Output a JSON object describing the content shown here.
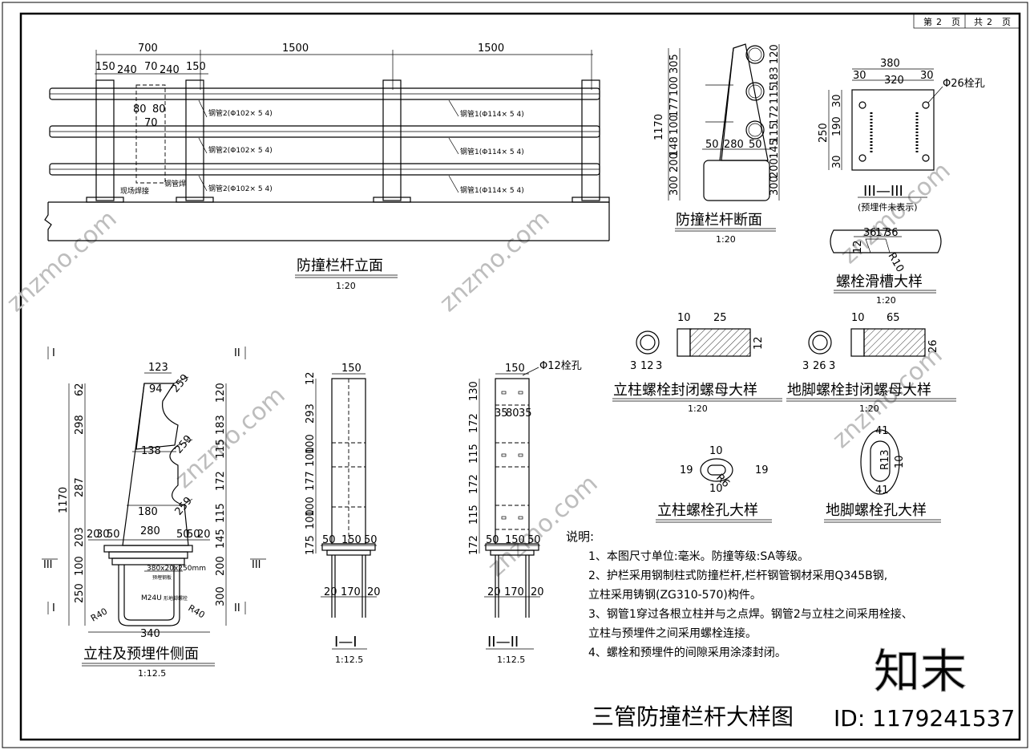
{
  "page_info": {
    "page_label": "第",
    "page_no": "2",
    "page_unit": "页",
    "total_label": "共",
    "total_no": "2",
    "total_unit": "页"
  },
  "main_title": "三管防撞栏杆大样图",
  "elevation": {
    "title": "防撞栏杆立面",
    "scale": "1:20",
    "dims": [
      "700",
      "1500",
      "1500",
      "150",
      "240",
      "70",
      "240",
      "150",
      "80",
      "80",
      "70"
    ],
    "pipe2": "钢管2(Φ102× 5 4)",
    "pipe1": "钢管1(Φ114× 5 4)",
    "note_a": "钢管2(Φ102× 5 4)",
    "weld_a": "现场焊接",
    "weld_b": "钢管焊"
  },
  "section": {
    "title": "防撞栏杆断面",
    "scale": "1:20",
    "dims_left": [
      "1170",
      "305",
      "100",
      "177",
      "100",
      "148",
      "200",
      "300"
    ],
    "dims_right": [
      "120",
      "183",
      "115",
      "172",
      "115",
      "145",
      "200",
      "300"
    ],
    "dims_bottom": [
      "50",
      "280",
      "50"
    ]
  },
  "plate": {
    "title": "III—III",
    "subtitle": "(预埋件未表示)",
    "dims": [
      "380",
      "30",
      "320",
      "30",
      "250",
      "30",
      "190",
      "30"
    ],
    "hole": "Φ26栓孔"
  },
  "slot": {
    "title": "螺栓滑槽大样",
    "scale": "1:20",
    "dims": [
      "36",
      "17",
      "36",
      "12",
      "R10"
    ]
  },
  "nut1": {
    "title": "立柱螺栓封闭螺母大样",
    "scale": "1:20",
    "dims": [
      "10",
      "25",
      "12",
      "3",
      "12",
      "3"
    ]
  },
  "nut2": {
    "title": "地脚螺栓封闭螺母大样",
    "scale": "1:20",
    "dims": [
      "10",
      "65",
      "26",
      "3",
      "26",
      "3"
    ]
  },
  "hole1": {
    "title": "立柱螺栓孔大样",
    "dims": [
      "10",
      "10",
      "19",
      "19",
      "R6"
    ]
  },
  "hole2": {
    "title": "地脚螺栓孔大样",
    "dims": [
      "41",
      "41",
      "R13",
      "10"
    ]
  },
  "side": {
    "title": "立柱及预埋件侧面",
    "scale": "1:12.5",
    "dims_left": [
      "62",
      "298",
      "1170",
      "287",
      "203",
      "100",
      "250"
    ],
    "dims_right": [
      "120",
      "183",
      "115",
      "172",
      "115",
      "145",
      "200",
      "300"
    ],
    "dims_top": [
      "123",
      "94",
      "138",
      "180"
    ],
    "slope": [
      "259",
      "259",
      "259"
    ],
    "base": [
      "20",
      "30",
      "50",
      "280",
      "50",
      "50",
      "20"
    ],
    "bottom": "340",
    "r_left": "R40",
    "r_right": "R40",
    "plate_note": "380x20x250mm",
    "plate_sub": "预埋钢板",
    "bolt_note": "M24U",
    "bolt_sub": "形地脚螺栓",
    "cut_marks": [
      "I",
      "II",
      "III",
      "III",
      "I",
      "II"
    ]
  },
  "sec1": {
    "title": "I—I",
    "scale": "1:12.5",
    "dims_top": [
      "150"
    ],
    "dims_left": [
      "12",
      "293",
      "100",
      "100",
      "177",
      "100",
      "100",
      "175"
    ],
    "dims_bottom": [
      "50",
      "150",
      "50",
      "20",
      "170",
      "20"
    ]
  },
  "sec2": {
    "title": "II—II",
    "scale": "1:12.5",
    "hole": "Φ12栓孔",
    "dims_top": [
      "150"
    ],
    "dims_mid": [
      "35",
      "80",
      "35"
    ],
    "dims_left": [
      "130",
      "172",
      "115",
      "172",
      "115",
      "172"
    ],
    "dims_bottom": [
      "50",
      "150",
      "50",
      "20",
      "170",
      "20"
    ]
  },
  "notes": {
    "heading": "说明:",
    "lines": [
      "1、本图尺寸单位:毫米。防撞等级:SA等级。",
      "2、护栏采用钢制柱式防撞栏杆,栏杆钢管钢材采用Q345B钢,",
      "立柱采用铸钢(ZG310-570)构件。",
      "3、钢管1穿过各根立柱并与之点焊。钢管2与立柱之间采用栓接、",
      "立柱与预埋件之间采用螺栓连接。",
      "4、螺栓和预埋件的间隙采用涂漆封闭。"
    ]
  },
  "brand": {
    "logo": "知末",
    "id_text": "ID: 1179241537",
    "watermark": "znzmo.com"
  }
}
